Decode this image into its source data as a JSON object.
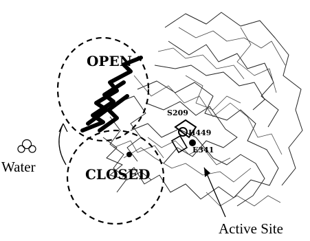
{
  "labels": {
    "open": "OPEN",
    "closed": "CLOSED",
    "water": "Water",
    "active_site": "Active Site",
    "residues": [
      "S209",
      "H449",
      "E341"
    ]
  },
  "colors": {
    "ink": "#000000",
    "background": "#ffffff"
  },
  "icons": {
    "water": "water-molecule-icon"
  }
}
